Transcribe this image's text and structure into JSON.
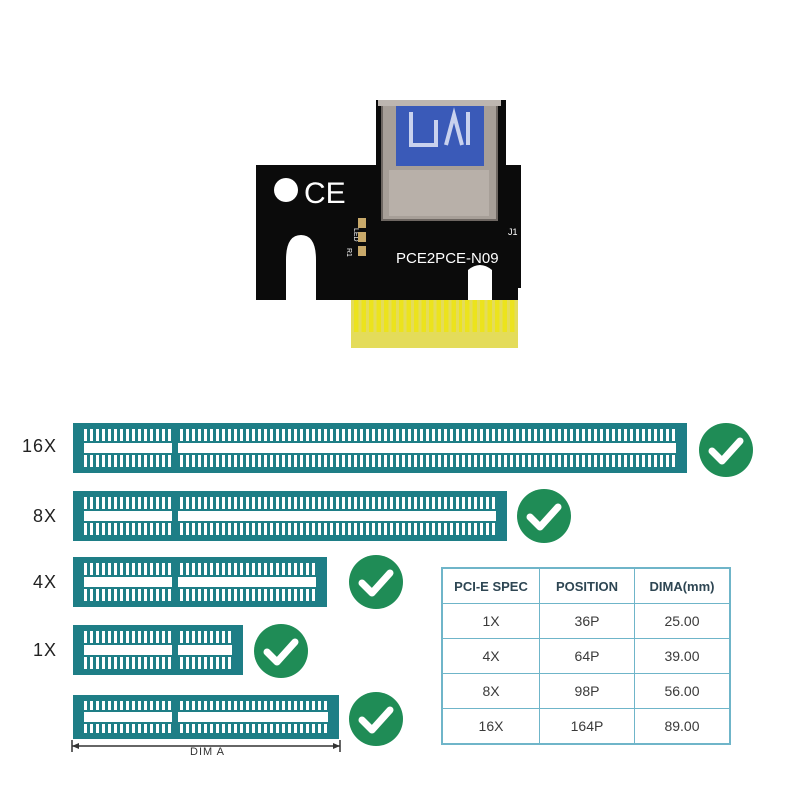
{
  "board": {
    "ce_mark": "CE",
    "model": "PCE2PCE-N09",
    "led_label": "LED",
    "r1_label": "R1",
    "j1_label": "J1"
  },
  "slots": [
    {
      "label": "16X"
    },
    {
      "label": "8X"
    },
    {
      "label": "4X"
    },
    {
      "label": "1X"
    },
    {
      "label": ""
    }
  ],
  "dim_label": "DIM A",
  "table": {
    "headers": [
      "PCI-E SPEC",
      "POSITION",
      "DIMA(mm)"
    ],
    "rows": [
      [
        "1X",
        "36P",
        "25.00"
      ],
      [
        "4X",
        "64P",
        "39.00"
      ],
      [
        "8X",
        "98P",
        "56.00"
      ],
      [
        "16X",
        "164P",
        "89.00"
      ]
    ]
  },
  "colors": {
    "slot": "#1e7e86",
    "check": "#1f8c56",
    "board": "#0b0b0b",
    "gold": "#ece31d"
  }
}
